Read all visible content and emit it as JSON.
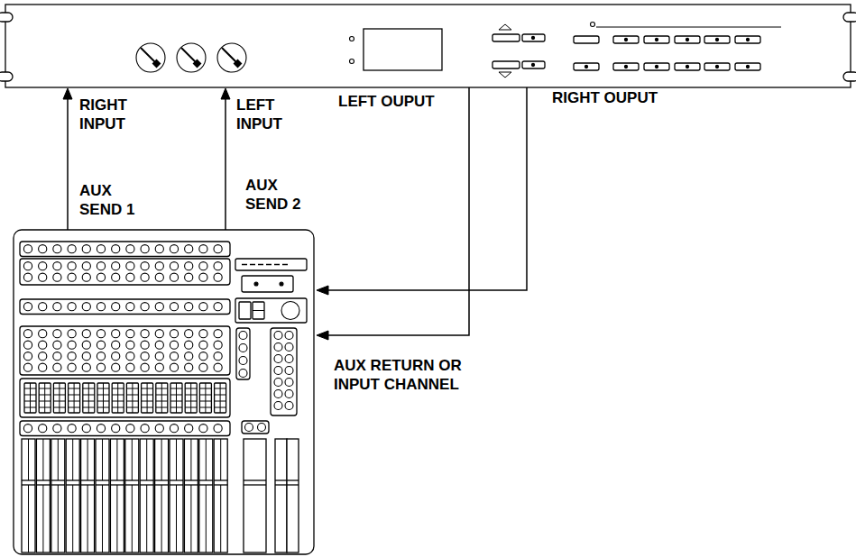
{
  "diagram": {
    "labels": [
      "RIGHT INPUT",
      "LEFT INPUT",
      "LEFT OUPUT",
      "RIGHT OUPUT",
      "AUX SEND 1",
      "AUX SEND 2",
      "AUX RETURN OR INPUT CHANNEL"
    ]
  }
}
